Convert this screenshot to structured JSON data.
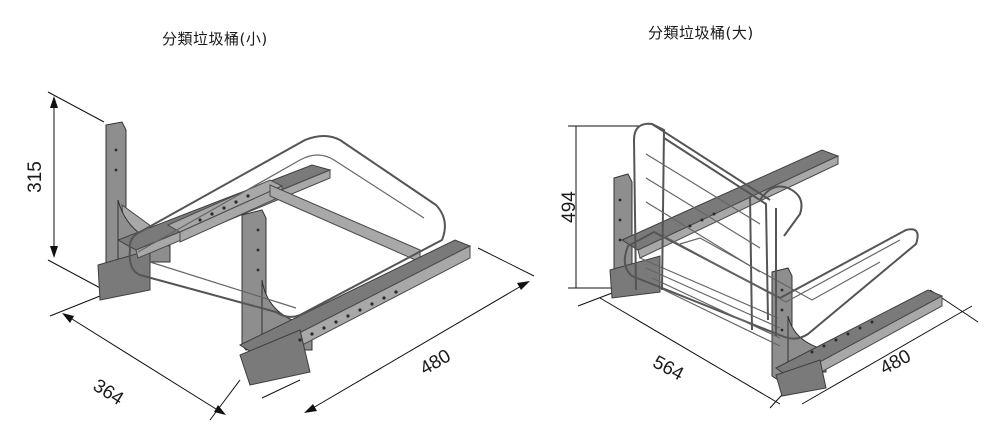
{
  "titles": {
    "small": "分類垃圾桶(小)",
    "large": "分類垃圾桶(大)"
  },
  "dimensions": {
    "small": {
      "height": "315",
      "depth": "364",
      "width": "480"
    },
    "large": {
      "height": "494",
      "depth": "564",
      "width": "480"
    }
  },
  "colors": {
    "metal": "#7a7a7a",
    "wire": "#555555",
    "dim_line": "#111111"
  }
}
